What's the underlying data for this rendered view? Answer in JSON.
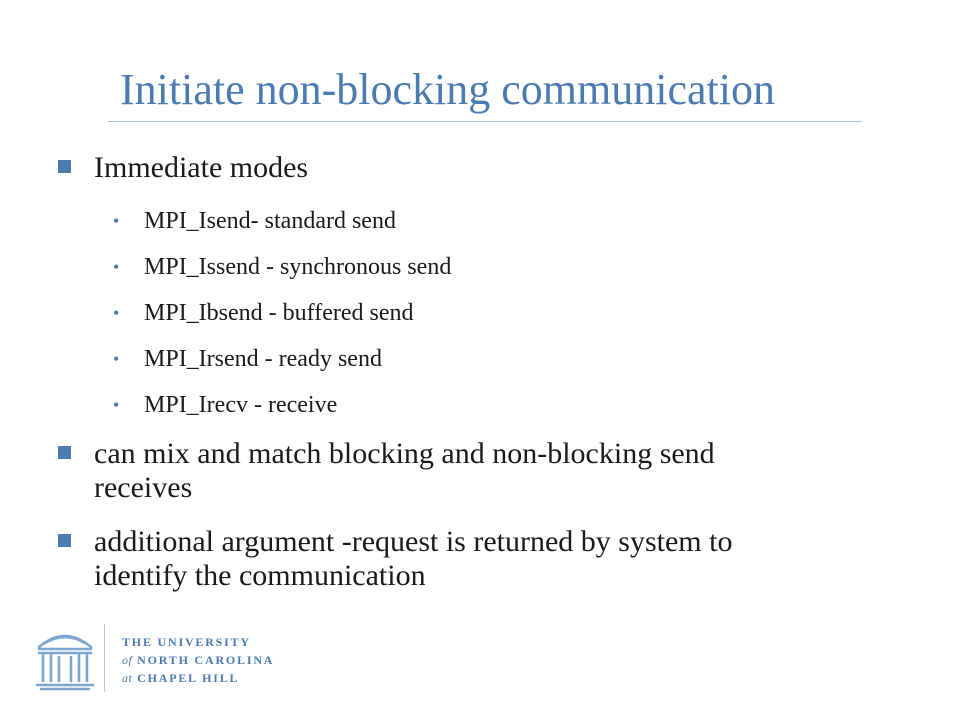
{
  "slide": {
    "title": "Initiate non-blocking communication",
    "bullets": [
      {
        "text": "Immediate modes",
        "subitems": [
          "MPI_Isend- standard send",
          "MPI_Issend - synchronous send",
          "MPI_Ibsend - buffered send",
          "MPI_Irsend - ready send",
          "MPI_Irecv - receive"
        ]
      },
      {
        "text_line1": "can mix and match blocking and non-blocking send",
        "text_line2": "receives"
      },
      {
        "text_line1": "additional argument -request is returned by system to",
        "text_line2": "identify the communication"
      }
    ]
  },
  "footer": {
    "logo_icon": "old-well-icon",
    "line1": "THE UNIVERSITY",
    "line2_prefix": "of",
    "line2": "NORTH CAROLINA",
    "line3_prefix": "at",
    "line3": "CHAPEL HILL"
  },
  "colors": {
    "accent": "#4b7bb0",
    "text": "#1a1a1a",
    "rule": "#a9bfd6"
  }
}
